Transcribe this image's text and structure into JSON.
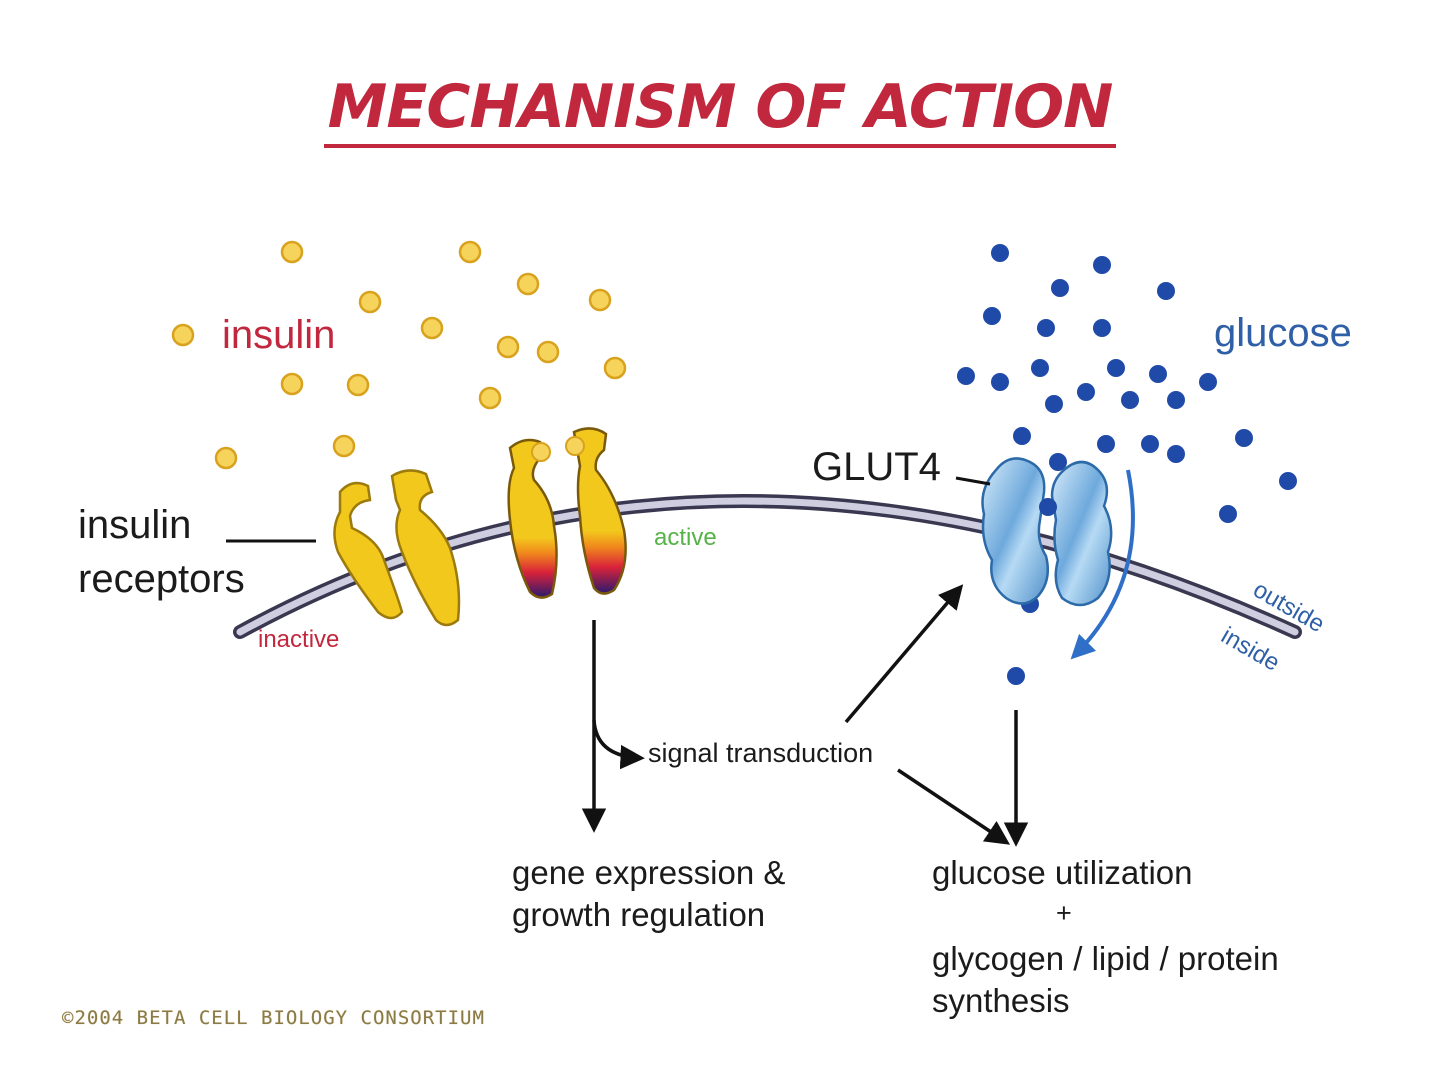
{
  "title": "MECHANISM OF ACTION",
  "labels": {
    "insulin": "insulin",
    "glucose": "glucose",
    "receptors_line1": "insulin",
    "receptors_line2": "receptors",
    "inactive": "inactive",
    "active": "active",
    "glut4": "GLUT4",
    "outside": "outside",
    "inside": "inside",
    "signal_transduction": "signal transduction",
    "gene_line1": "gene expression &",
    "gene_line2": "growth regulation",
    "util_line1": "glucose utilization",
    "util_plus": "+",
    "util_line2": "glycogen / lipid / protein",
    "util_line3": "synthesis",
    "copyright": "©2004 BETA CELL BIOLOGY CONSORTIUM"
  },
  "colors": {
    "title": "#c1283d",
    "insulin_label": "#c1283d",
    "insulin_dot": "#f6d35a",
    "insulin_dot_stroke": "#d9a21e",
    "glucose_label": "#2f5fa6",
    "glucose_dot": "#1f4aa8",
    "receptor_fill": "#f2c81c",
    "receptor_stroke": "#9c7a0c",
    "active_label": "#55b247",
    "inactive_label": "#c1283d",
    "membrane": "#6c6980",
    "glut4_fill": "#8ec2ea",
    "arrow": "#111111",
    "glucose_arrow": "#2f6fc8"
  }
}
